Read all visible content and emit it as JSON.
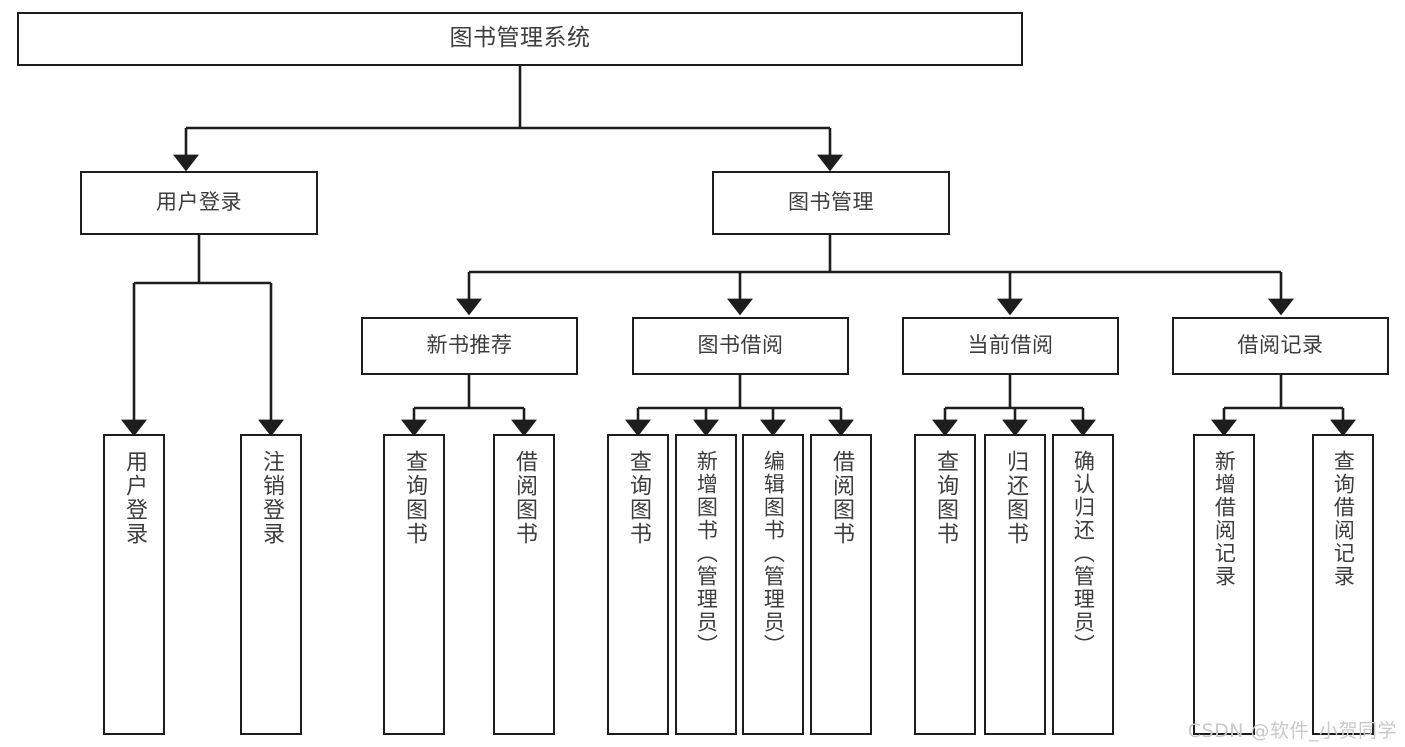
{
  "diagram": {
    "type": "tree-hierarchy",
    "title": "图书管理系统",
    "root": {
      "label": "图书管理系统"
    },
    "level2": [
      {
        "label": "用户登录"
      },
      {
        "label": "图书管理"
      }
    ],
    "level3": [
      {
        "label": "新书推荐"
      },
      {
        "label": "图书借阅"
      },
      {
        "label": "当前借阅"
      },
      {
        "label": "借阅记录"
      }
    ],
    "leaves": {
      "user_login": [
        {
          "label": "用户登录"
        },
        {
          "label": "注销登录"
        }
      ],
      "new_book_recommend": [
        {
          "label": "查询图书"
        },
        {
          "label": "借阅图书"
        }
      ],
      "book_borrow": [
        {
          "label": "查询图书"
        },
        {
          "label": "新增图书（管理员）"
        },
        {
          "label": "编辑图书（管理员）"
        },
        {
          "label": "借阅图书"
        }
      ],
      "current_borrow": [
        {
          "label": "查询图书"
        },
        {
          "label": "归还图书"
        },
        {
          "label": "确认归还（管理员）"
        }
      ],
      "borrow_record": [
        {
          "label": "新增借阅记录"
        },
        {
          "label": "查询借阅记录"
        }
      ]
    }
  },
  "watermark": {
    "text": "CSDN @软件_小贺同学"
  },
  "colors": {
    "stroke": "#1d1d1d",
    "text": "#3d3d3d",
    "background": "#ffffff",
    "watermark": "#c9c9c9"
  }
}
